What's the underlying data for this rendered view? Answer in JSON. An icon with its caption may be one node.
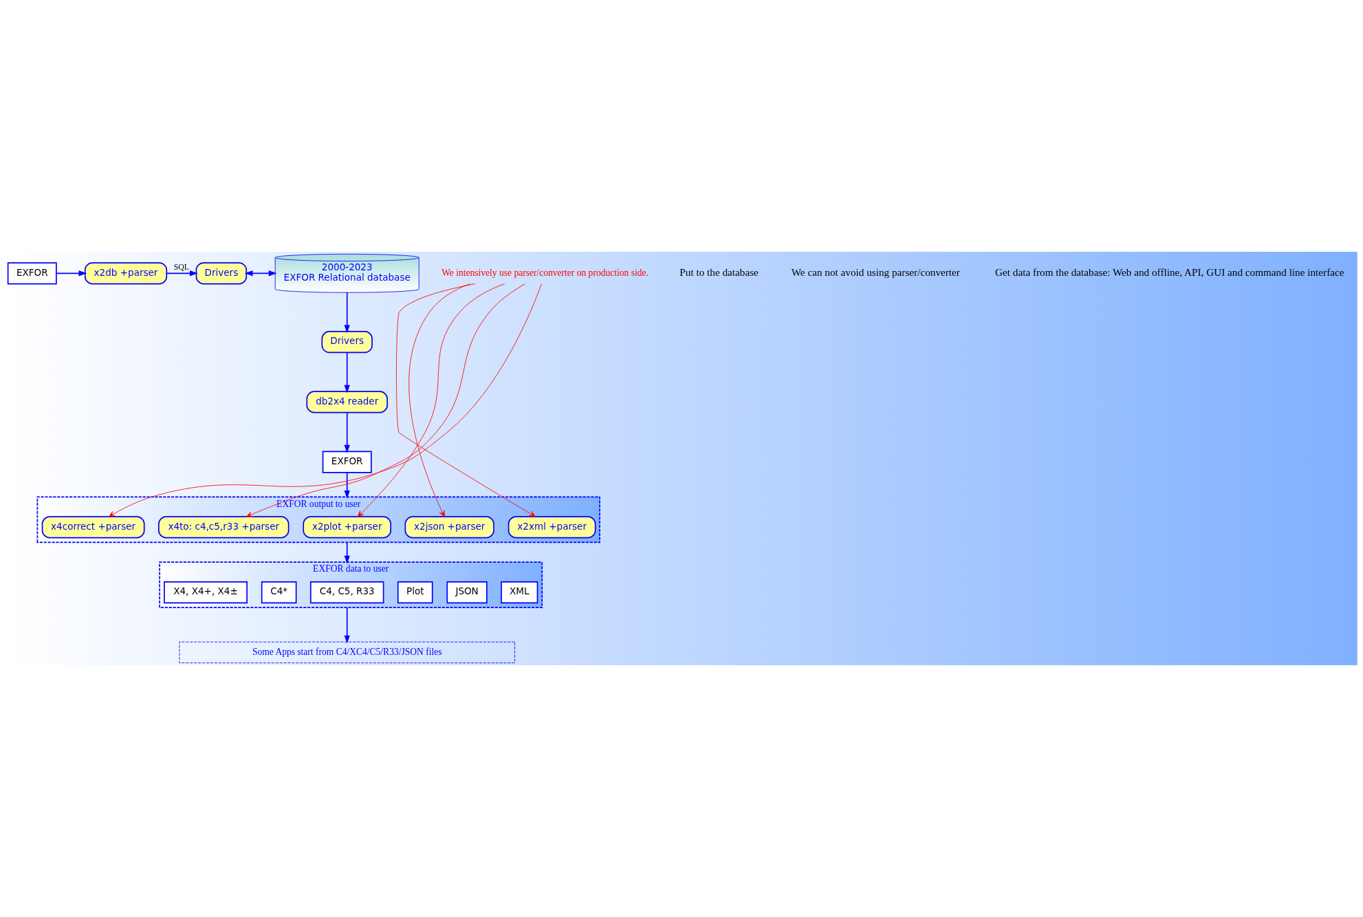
{
  "diagram": {
    "nodes": [
      {
        "text": [
          "EXFOR"
        ]
      },
      {
        "text": [
          "x2db +parser"
        ]
      },
      {
        "text": [
          "Drivers"
        ]
      },
      {
        "text": [
          "2000-2023",
          "EXFOR Relational database"
        ]
      },
      {
        "text": [
          "Drivers"
        ]
      },
      {
        "text": [
          "db2x4 reader"
        ]
      },
      {
        "text": [
          "EXFOR"
        ]
      },
      {
        "text": [
          "EXFOR output to user"
        ]
      },
      {
        "text": [
          "x2xml +parser"
        ],
        "in": 7
      },
      {
        "text": [
          "x2json +parser"
        ],
        "in": 7
      },
      {
        "text": [
          "x2plot +parser"
        ],
        "in": 7
      },
      {
        "text": [
          "x4to: c4,c5,r33 +parser"
        ],
        "in": 7
      },
      {
        "text": [
          "x4correct +parser"
        ],
        "in": 7
      },
      {
        "text": [
          "EXFOR data to user"
        ]
      },
      {
        "text": [
          "XML"
        ],
        "in": 13
      },
      {
        "text": [
          "JSON"
        ],
        "in": 13
      },
      {
        "text": [
          "Plot"
        ],
        "in": 13
      },
      {
        "text": [
          "C4, C5, R33"
        ],
        "in": 13
      },
      {
        "text": [
          "C4*"
        ],
        "in": 13
      },
      {
        "text": [
          "X4, X4+, X4±"
        ],
        "in": 13
      },
      {
        "text": [
          "Some Apps start from C4/XC4/C5/R33/JSON files"
        ]
      },
      {
        "text": [
          "We intensively use parser/converter on production side."
        ]
      }
    ],
    "edges": [
      {
        "from": 0,
        "to": 1,
        "arrow": "to"
      },
      {
        "from": 1,
        "to": 2,
        "arrow": "to",
        "label": "SQL"
      },
      {
        "from": 2,
        "to": 3,
        "arrow": "both"
      },
      {
        "from": 3,
        "to": 4,
        "arrow": "to"
      },
      {
        "from": 4,
        "to": 5,
        "arrow": "to"
      },
      {
        "from": 5,
        "to": 6,
        "arrow": "to"
      },
      {
        "from": 6,
        "to": 7,
        "arrow": "to"
      },
      {
        "from": 7,
        "to": 13,
        "arrow": "to"
      },
      {
        "from": 13,
        "to": 20,
        "arrow": "to"
      },
      {
        "from": 21,
        "to": 8,
        "arrow": "to",
        "color": "#ff0000"
      },
      {
        "from": 21,
        "to": 9,
        "arrow": "to",
        "color": "#ff0000"
      },
      {
        "from": 21,
        "to": 10,
        "arrow": "to",
        "color": "#ff0000"
      },
      {
        "from": 21,
        "to": 11,
        "arrow": "to",
        "color": "#ff0000"
      },
      {
        "from": 21,
        "to": 12,
        "arrow": "to",
        "color": "#ff0000"
      }
    ],
    "labels": [
      "Put to the database",
      "We can not avoid using parser/converter",
      "Get data from the database: Web and offline, API, GUI and command line interface"
    ]
  }
}
